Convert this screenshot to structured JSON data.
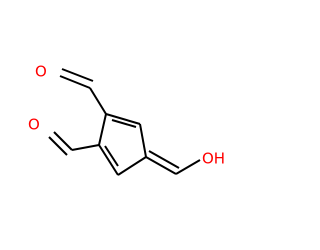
{
  "molecule": {
    "atoms": {
      "o_top": "O",
      "o_left": "O",
      "oh_right": "OH"
    },
    "colors": {
      "bond": "#000000",
      "heteroatom": "#ff0000",
      "background": "#ffffff"
    }
  }
}
